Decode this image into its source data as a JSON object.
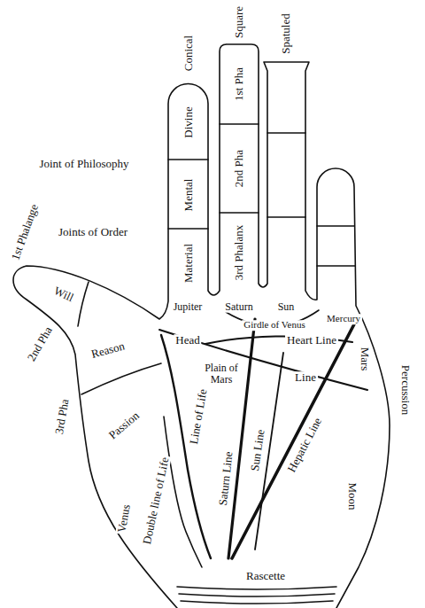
{
  "diagram": {
    "labels": [
      "Conical",
      "Square",
      "Spatuled",
      "Joint of Philosophy",
      "Divine",
      "1st Pha",
      "Joints of Order",
      "Mental",
      "2nd Pha",
      "Material",
      "3rd Phalanx",
      "1st Phalange",
      "Will",
      "Jupiter",
      "Saturn",
      "Sun",
      "Mercury",
      "Girdle of Venus",
      "Head",
      "Heart Line",
      "Reason",
      "Plain of Mars",
      "Line",
      "Mars",
      "Percussion",
      "2nd Pha",
      "Passion",
      "Line of Life",
      "Saturn Line",
      "Sun Line",
      "Hepatic Line",
      "3rd Pha",
      "Double line of Life",
      "Venus",
      "Moon",
      "Rascette"
    ]
  }
}
